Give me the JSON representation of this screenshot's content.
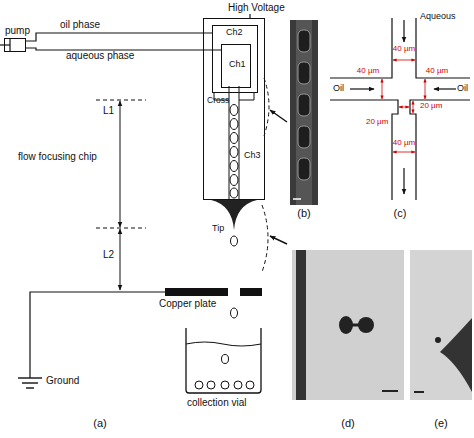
{
  "diagram": {
    "nodes": [
      {
        "text": [
          "pump"
        ]
      },
      {
        "text": [
          "Cross",
          "Ch3"
        ]
      },
      {
        "text": [
          "Ch2"
        ],
        "in": 1
      },
      {
        "text": [
          "Ch1"
        ],
        "in": 2
      },
      {
        "text": [
          "Copper plate"
        ]
      },
      {
        "text": [
          "collection vial"
        ]
      }
    ],
    "edges": [
      {
        "from": 0,
        "to": 2,
        "arrow": "none",
        "label": "oil phase"
      },
      {
        "from": 0,
        "to": 3,
        "arrow": "none",
        "label": "aqueous phase"
      }
    ],
    "labels": [
      "High Voltage",
      "flow focusing chip",
      "L1",
      "Tip",
      "L2",
      "Ground",
      "(a)",
      "(b)",
      "Aqueous",
      "40 µm",
      "Oil",
      "Oil",
      "40 µm",
      "40 µm",
      "20 µm",
      "20 µm",
      "40 µm",
      "(c)",
      "(d)",
      "(e)"
    ]
  }
}
